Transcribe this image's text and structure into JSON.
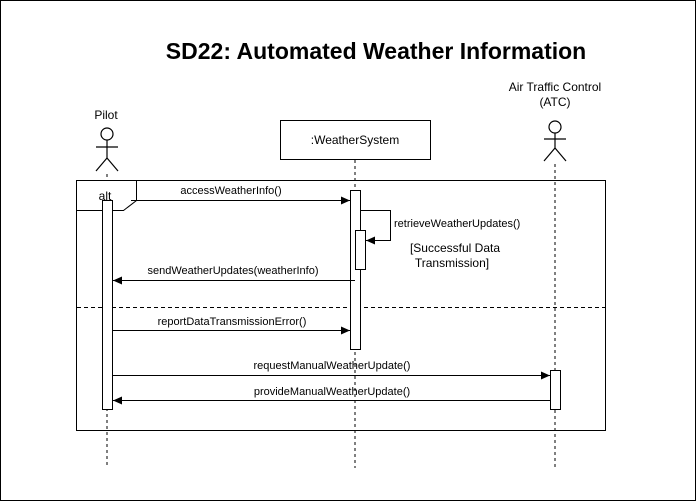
{
  "diagram": {
    "title": "SD22: Automated Weather Information",
    "lifelines": {
      "pilot": "Pilot",
      "weather_system": ":WeatherSystem",
      "atc_line1": "Air Traffic Control",
      "atc_line2": "(ATC)"
    },
    "fragment": {
      "operator": "alt",
      "guard_line1": "[Successful Data",
      "guard_line2": "Transmission]"
    },
    "messages": {
      "m1": "accessWeatherInfo()",
      "m2": "retrieveWeatherUpdates()",
      "m3": "sendWeatherUpdates(weatherInfo)",
      "m4": "reportDataTransmissionError()",
      "m5": "requestManualWeatherUpdate()",
      "m6": "provideManualWeatherUpdate()"
    }
  }
}
